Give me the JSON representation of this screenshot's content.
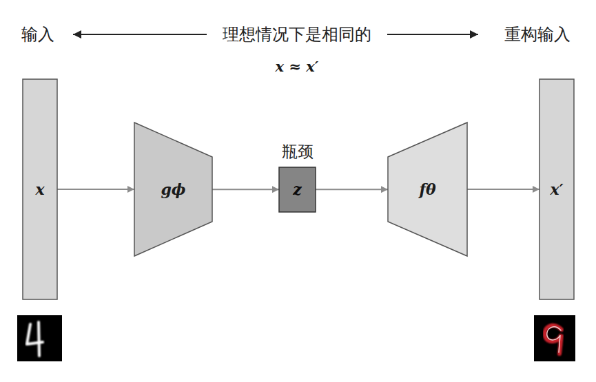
{
  "diagram": {
    "nodes": [
      {
        "text": [
          "x"
        ]
      },
      {
        "text": [
          "gϕ"
        ]
      },
      {
        "text": [
          "瓶颈",
          "z"
        ]
      },
      {
        "text": [
          "fθ"
        ]
      },
      {
        "text": [
          "x′"
        ]
      }
    ],
    "edges": [
      {
        "from": 0,
        "to": 1,
        "arrow": "to"
      },
      {
        "from": 1,
        "to": 2,
        "arrow": "to"
      },
      {
        "from": 2,
        "to": 3,
        "arrow": "to"
      },
      {
        "from": 3,
        "to": 4,
        "arrow": "to"
      }
    ],
    "labels": [
      "输入",
      "理想情况下是相同的",
      "重构输入",
      "x ≈ x′"
    ]
  }
}
